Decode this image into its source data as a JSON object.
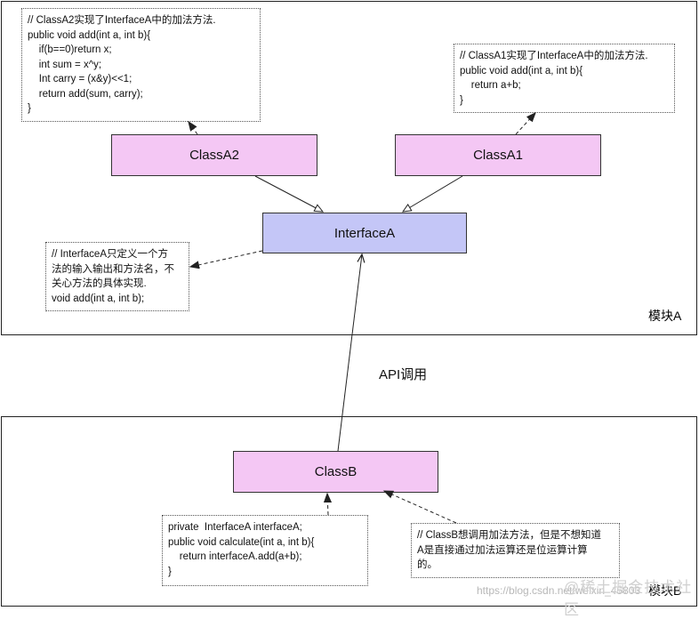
{
  "module_a": {
    "label": "模块A"
  },
  "module_b": {
    "label": "模块B"
  },
  "classes": {
    "class_a2": "ClassA2",
    "class_a1": "ClassA1",
    "interface_a": "InterfaceA",
    "class_b": "ClassB"
  },
  "notes": {
    "class_a2": [
      "// ClassA2实现了InterfaceA中的加法方法.",
      "public void add(int a, int b){",
      "    if(b==0)return x;",
      "    int sum = x^y;",
      "    Int carry = (x&y)<<1;",
      "    return add(sum, carry);",
      "}"
    ],
    "class_a1": [
      "// ClassA1实现了InterfaceA中的加法方法.",
      "public void add(int a, int b){",
      "    return a+b;",
      "}"
    ],
    "interface_a": [
      "// InterfaceA只定义一个方",
      "法的输入输出和方法名，不",
      "关心方法的具体实现.",
      "void add(int a, int b);"
    ],
    "class_b": [
      "private  InterfaceA interfaceA;",
      "public void calculate(int a, int b){",
      "    return interfaceA.add(a+b);",
      "}"
    ],
    "class_b_intent": [
      "// ClassB想调用加法方法，但是不想知道",
      "A是直接通过加法运算还是位运算计算",
      "的。"
    ]
  },
  "api_call_label": "API调用",
  "watermark": {
    "url": "https://blog.csdn.net/weixin_45803",
    "brand": "@稀土掘金技术社区"
  }
}
